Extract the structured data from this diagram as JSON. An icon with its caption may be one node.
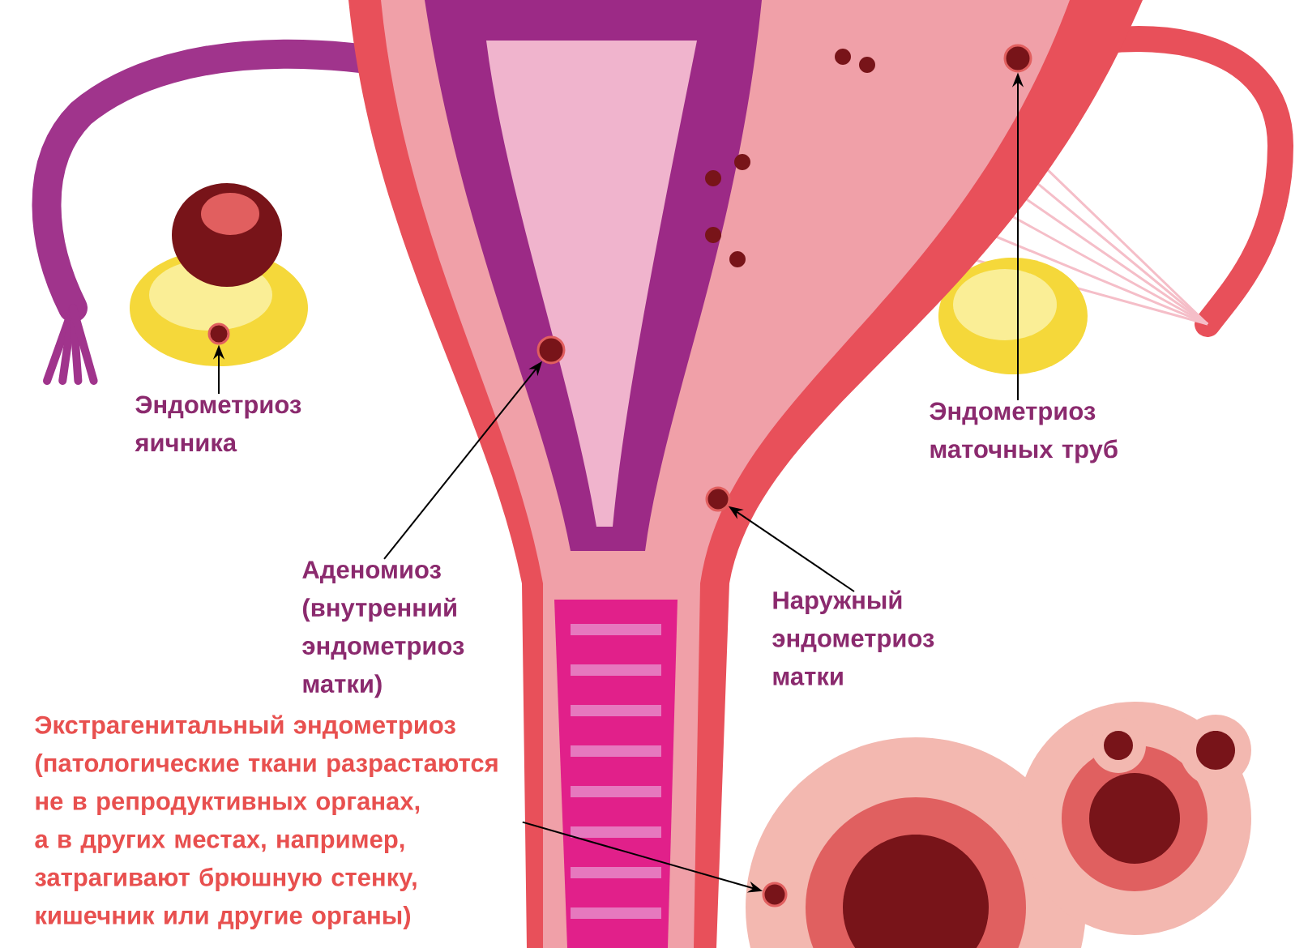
{
  "diagram": {
    "nodes": [
      {
        "text": [
          "Эндометриоз яичника"
        ]
      },
      {
        "text": [
          "Эндометриоз маточных труб"
        ]
      },
      {
        "text": [
          "Аденомиоз (внутренний эндометриоз матки)"
        ]
      },
      {
        "text": [
          "Наружный эндометриоз матки"
        ]
      },
      {
        "text": [
          "Экстрагенитальный эндометриоз (патологические ткани разрастаются не в репродуктивных органах, а в других местах, например, затрагивают брюшную стенку, кишечник или другие органы)"
        ]
      },
      {
        "text": [],
        "shape": "circle"
      },
      {
        "text": [],
        "shape": "circle"
      },
      {
        "text": [],
        "shape": "circle"
      },
      {
        "text": [],
        "shape": "circle"
      },
      {
        "text": [],
        "shape": "circle"
      }
    ],
    "edges": [
      {
        "from": 0,
        "to": 5,
        "arrow": "to"
      },
      {
        "from": 1,
        "to": 6,
        "arrow": "to"
      },
      {
        "from": 2,
        "to": 7,
        "arrow": "to"
      },
      {
        "from": 3,
        "to": 8,
        "arrow": "to"
      },
      {
        "from": 4,
        "to": 9,
        "arrow": "to"
      }
    ]
  }
}
